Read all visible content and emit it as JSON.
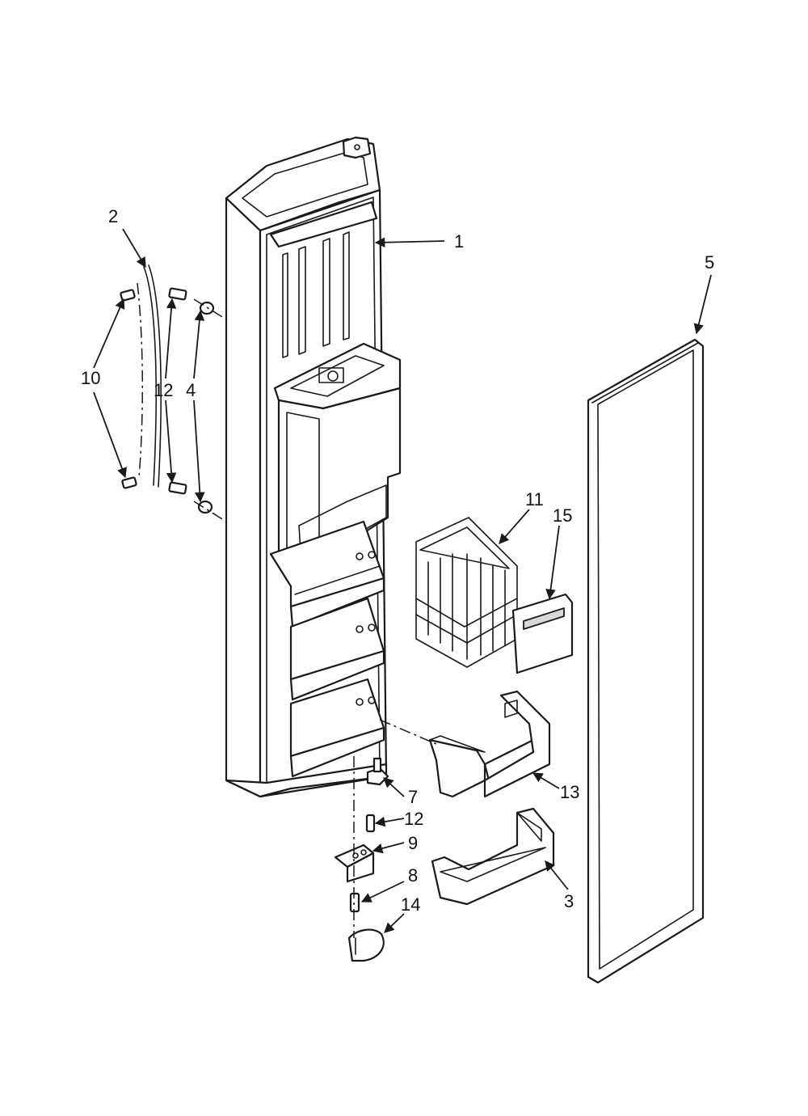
{
  "callouts": {
    "c1": "1",
    "c2": "2",
    "c3": "3",
    "c4": "4",
    "c5": "5",
    "c7": "7",
    "c8": "8",
    "c9": "9",
    "c10": "10",
    "c11": "11",
    "c12a": "12",
    "c12b": "12",
    "c13": "13",
    "c14": "14",
    "c15": "15"
  }
}
